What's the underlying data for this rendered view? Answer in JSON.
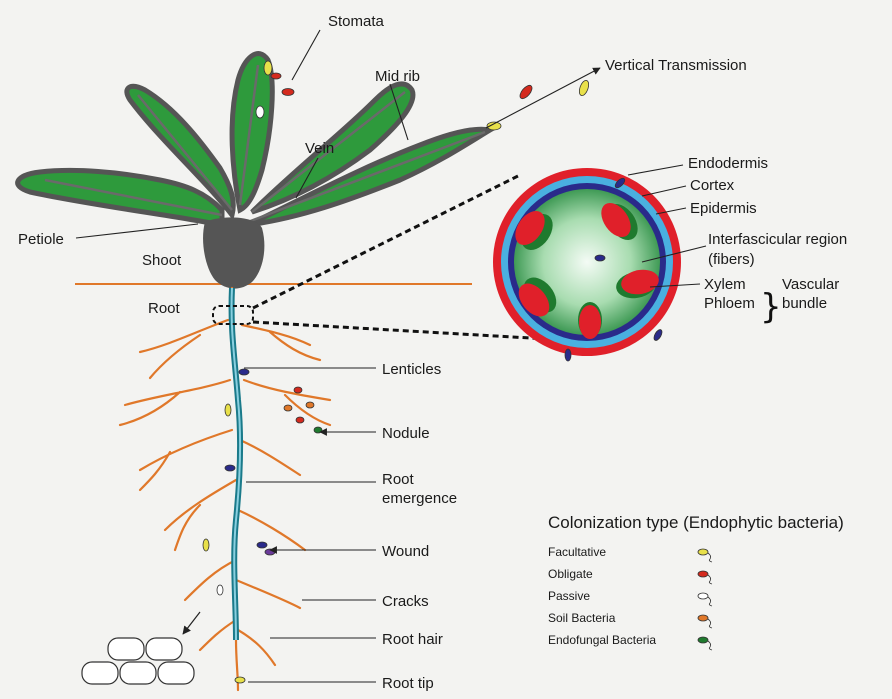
{
  "labels": {
    "stomata": "Stomata",
    "mid_rib": "Mid rib",
    "vertical_transmission": "Vertical Transmission",
    "vein": "Vein",
    "petiole": "Petiole",
    "shoot": "Shoot",
    "root": "Root",
    "lenticles": "Lenticles",
    "nodule": "Nodule",
    "root_emergence_1": "Root",
    "root_emergence_2": "emergence",
    "wound": "Wound",
    "cracks": "Cracks",
    "root_hair": "Root hair",
    "root_tip": "Root tip"
  },
  "cross_section": {
    "endodermis": "Endodermis",
    "cortex": "Cortex",
    "epidermis": "Epidermis",
    "interfascicular_1": "Interfascicular region",
    "interfascicular_2": "(fibers)",
    "xylem": "Xylem",
    "phloem": "Phloem",
    "vascular_1": "Vascular",
    "vascular_2": "bundle"
  },
  "legend": {
    "title": "Colonization type (Endophytic bacteria)",
    "items": [
      {
        "label": "Facultative",
        "color": "#e8e04a"
      },
      {
        "label": "Obligate",
        "color": "#d42a1e"
      },
      {
        "label": "Passive",
        "color": "#ffffff"
      },
      {
        "label": "Soil Bacteria",
        "color": "#e0782a"
      },
      {
        "label": "Endofungal Bacteria",
        "color": "#1f7a2e"
      }
    ]
  },
  "colors": {
    "leaf": "#2e9a3c",
    "leaf_edge": "#555555",
    "root": "#e0782a",
    "ring_red": "#e0202a",
    "ring_blue": "#4ab0e0",
    "ring_navy": "#2a2a8a",
    "core": "#9ed8a8"
  }
}
